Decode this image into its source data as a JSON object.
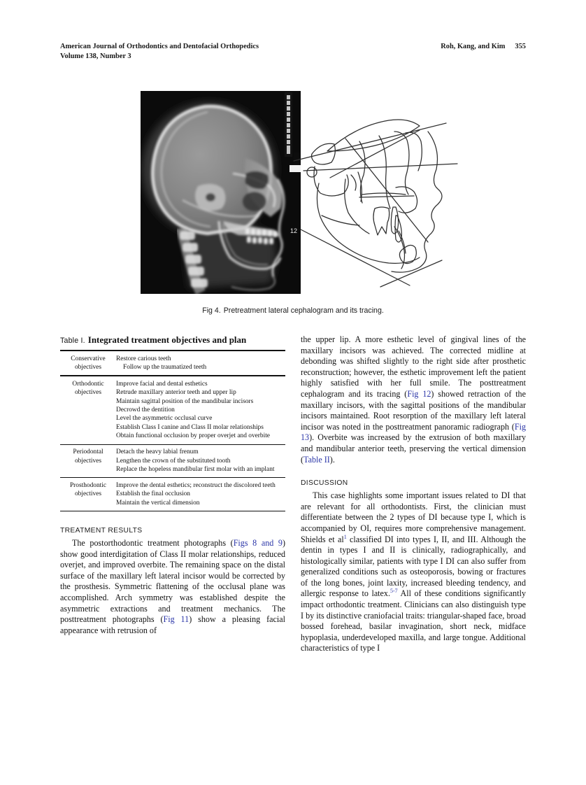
{
  "runhead": {
    "journal": "American Journal of Orthodontics and Dentofacial Orthopedics",
    "volume": "Volume 138, Number 3",
    "authors": "Roh, Kang, and Kim",
    "page": "355"
  },
  "figure": {
    "label": "Fig 4.",
    "caption": "Pretreatment lateral cephalogram and its tracing.",
    "xray_ruler_mark": "12"
  },
  "table": {
    "number": "Table I.",
    "title": "Integrated treatment objectives and plan",
    "groups": [
      {
        "category_line1": "Conservative",
        "category_line2": "objectives",
        "items": [
          "Restore carious teeth",
          "Follow up the traumatized teeth"
        ]
      },
      {
        "category_line1": "Orthodontic",
        "category_line2": "objectives",
        "items": [
          "Improve facial and dental esthetics",
          "Retrude maxillary anterior teeth and upper lip",
          "Maintain sagittal position of the mandibular incisors",
          "Decrowd the dentition",
          "Level the asymmetric occlusal curve",
          "Establish Class I canine and Class II molar relationships",
          "Obtain functional occlusion by proper overjet and overbite"
        ]
      },
      {
        "category_line1": "Periodontal",
        "category_line2": "objectives",
        "items": [
          "Detach the heavy labial frenum",
          "Lengthen the crown of the substituted tooth",
          "Replace the hopeless mandibular first molar with an implant"
        ]
      },
      {
        "category_line1": "Prosthodontic",
        "category_line2": "objectives",
        "items": [
          "Improve the dental esthetics; reconstruct the discolored teeth",
          "Establish the final occlusion",
          "Maintain the vertical dimension"
        ]
      }
    ]
  },
  "left_column": {
    "heading": "TREATMENT RESULTS",
    "paragraph": {
      "part1": "The postorthodontic treatment photographs (",
      "link1": "Figs 8 and 9",
      "part2": ") show good interdigitation of Class II molar relationships, reduced overjet, and improved overbite. The remaining space on the distal surface of the maxillary left lateral incisor would be corrected by the prosthesis. Symmetric flattening of the occlusal plane was accomplished. Arch symmetry was established despite the asymmetric extractions and treatment mechanics. The posttreatment photographs (",
      "link2": "Fig 11",
      "part3": ") show a pleasing facial appearance with retrusion of"
    }
  },
  "right_column": {
    "paragraph_continued": {
      "part1": "the upper lip. A more esthetic level of gingival lines of the maxillary incisors was achieved. The corrected midline at debonding was shifted slightly to the right side after prosthetic reconstruction; however, the esthetic improvement left the patient highly satisfied with her full smile. The posttreatment cephalogram and its tracing (",
      "link1": "Fig 12",
      "part2": ") showed retraction of the maxillary incisors, with the sagittal positions of the mandibular incisors maintained. Root resorption of the maxillary left lateral incisor was noted in the posttreatment panoramic radiograph (",
      "link2": "Fig 13",
      "part3": "). Overbite was increased by the extrusion of both maxillary and mandibular anterior teeth, preserving the vertical dimension (",
      "link3": "Table II",
      "part4": ")."
    },
    "heading": "DISCUSSION",
    "paragraph": {
      "part1": "This case highlights some important issues related to DI that are relevant for all orthodontists. First, the clinician must differentiate between the 2 types of DI because type I, which is accompanied by OI, requires more comprehensive management. Shields et al",
      "ref1": "1",
      "part2": " classified DI into types I, II, and III. Although the dentin in types I and II is clinically, radiographically, and histologically similar, patients with type I DI can also suffer from generalized conditions such as osteoporosis, bowing or fractures of the long bones, joint laxity, increased bleeding tendency, and allergic response to latex.",
      "ref2": "5-7",
      "part3": " All of these conditions significantly impact orthodontic treatment. Clinicians can also distinguish type I by its distinctive craniofacial traits: triangular-shaped face, broad bossed forehead, basilar invagination, short neck, midface hypoplasia, underdeveloped maxilla, and large tongue. Additional characteristics of type I"
    }
  },
  "colors": {
    "link": "#2b36a8",
    "text": "#121212",
    "rule": "#111111"
  }
}
